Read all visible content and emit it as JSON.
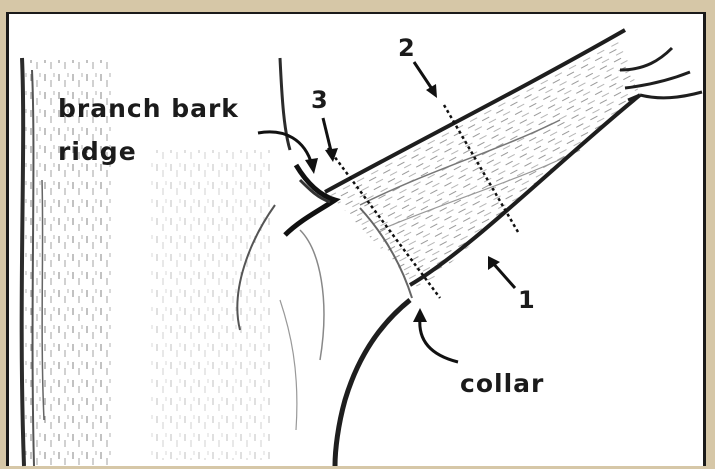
{
  "labels": {
    "branch_bark_ridge_line1": "branch bark",
    "branch_bark_ridge_line2": "ridge",
    "collar": "collar",
    "cut_1": "1",
    "cut_2": "2",
    "cut_3": "3"
  },
  "colors": {
    "background_border": "#d6c7a7",
    "panel": "#ffffff",
    "ink": "#1b1b1b"
  }
}
